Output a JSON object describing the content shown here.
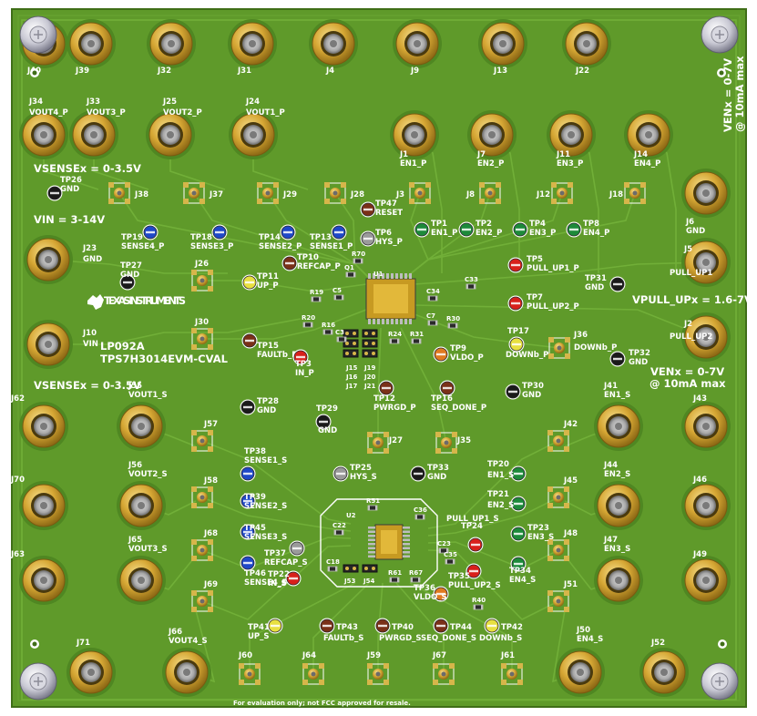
{
  "colors": {
    "board": "#5f9a2a",
    "board_dark": "#4f8722",
    "trace": "#6fae33",
    "gold": "#c89a2a",
    "gold_light": "#f0d37a",
    "silk": "#ffffff"
  },
  "board": {
    "title": "LP092A",
    "subtitle": "TPS7H3014EVM-CVAL",
    "logo": "TEXAS INSTRUMENTS",
    "footer": "For evaluation only; not FCC approved for resale."
  },
  "notes": {
    "vsense_top": "VSENSEx = 0-3.5V",
    "vin": "VIN = 3-14V",
    "vsense_bottom": "VSENSEx = 0-3.5V",
    "vpull": "VPULL_UPx = 1.6-7V",
    "ven_bottom_1": "VENx = 0-7V",
    "ven_bottom_2": "@ 10mA max",
    "ven_side_1": "VENx = 0-7V",
    "ven_side_2": "@ 10mA max"
  },
  "bananas": [
    {
      "id": "J40",
      "name": "jack-j40",
      "label": ""
    },
    {
      "id": "J39",
      "name": "jack-j39",
      "label": ""
    },
    {
      "id": "J32",
      "name": "jack-j32",
      "label": ""
    },
    {
      "id": "J31",
      "name": "jack-j31",
      "label": ""
    },
    {
      "id": "J4",
      "name": "jack-j4",
      "label": ""
    },
    {
      "id": "J9",
      "name": "jack-j9",
      "label": ""
    },
    {
      "id": "J13",
      "name": "jack-j13",
      "label": ""
    },
    {
      "id": "J22",
      "name": "jack-j22",
      "label": ""
    },
    {
      "id": "J34",
      "name": "jack-j34",
      "label": "VOUT4_P"
    },
    {
      "id": "J33",
      "name": "jack-j33",
      "label": "VOUT3_P"
    },
    {
      "id": "J25",
      "name": "jack-j25",
      "label": "VOUT2_P"
    },
    {
      "id": "J24",
      "name": "jack-j24",
      "label": "VOUT1_P"
    },
    {
      "id": "J1",
      "name": "jack-j1",
      "label": "EN1_P"
    },
    {
      "id": "J7",
      "name": "jack-j7",
      "label": "EN2_P"
    },
    {
      "id": "J11",
      "name": "jack-j11",
      "label": "EN3_P"
    },
    {
      "id": "J14",
      "name": "jack-j14",
      "label": "EN4_P"
    },
    {
      "id": "J6",
      "name": "jack-j6",
      "label": "GND"
    },
    {
      "id": "J23",
      "name": "jack-j23",
      "label": "GND"
    },
    {
      "id": "J5",
      "name": "jack-j5",
      "label": "PULL_UP1"
    },
    {
      "id": "J10",
      "name": "jack-j10",
      "label": "VIN"
    },
    {
      "id": "J2",
      "name": "jack-j2",
      "label": "PULL_UP2"
    },
    {
      "id": "J62",
      "name": "jack-j62",
      "label": ""
    },
    {
      "id": "J55",
      "name": "jack-j55",
      "label": "VOUT1_S"
    },
    {
      "id": "J41",
      "name": "jack-j41",
      "label": "EN1_S"
    },
    {
      "id": "J43",
      "name": "jack-j43",
      "label": ""
    },
    {
      "id": "J70",
      "name": "jack-j70",
      "label": ""
    },
    {
      "id": "J56",
      "name": "jack-j56",
      "label": "VOUT2_S"
    },
    {
      "id": "J44",
      "name": "jack-j44",
      "label": "EN2_S"
    },
    {
      "id": "J46",
      "name": "jack-j46",
      "label": ""
    },
    {
      "id": "J63",
      "name": "jack-j63",
      "label": ""
    },
    {
      "id": "J65",
      "name": "jack-j65",
      "label": "VOUT3_S"
    },
    {
      "id": "J47",
      "name": "jack-j47",
      "label": "EN3_S"
    },
    {
      "id": "J49",
      "name": "jack-j49",
      "label": ""
    },
    {
      "id": "J71",
      "name": "jack-j71",
      "label": ""
    },
    {
      "id": "J66",
      "name": "jack-j66",
      "label": "VOUT4_S"
    },
    {
      "id": "J50",
      "name": "jack-j50",
      "label": "EN4_S"
    },
    {
      "id": "J52",
      "name": "jack-j52",
      "label": ""
    }
  ],
  "smas": [
    {
      "id": "J38"
    },
    {
      "id": "J37"
    },
    {
      "id": "J29"
    },
    {
      "id": "J28"
    },
    {
      "id": "J3"
    },
    {
      "id": "J8"
    },
    {
      "id": "J12"
    },
    {
      "id": "J18"
    },
    {
      "id": "J26"
    },
    {
      "id": "J30"
    },
    {
      "id": "J36",
      "label": "DOWNb_P"
    },
    {
      "id": "J27"
    },
    {
      "id": "J35"
    },
    {
      "id": "J57"
    },
    {
      "id": "J58"
    },
    {
      "id": "J68"
    },
    {
      "id": "J69"
    },
    {
      "id": "J42"
    },
    {
      "id": "J45"
    },
    {
      "id": "J48"
    },
    {
      "id": "J51"
    },
    {
      "id": "J60"
    },
    {
      "id": "J64"
    },
    {
      "id": "J59"
    },
    {
      "id": "J67"
    },
    {
      "id": "J61"
    }
  ],
  "testpoints": [
    {
      "id": "TP26",
      "label": "GND"
    },
    {
      "id": "TP27",
      "label": "GND"
    },
    {
      "id": "TP19",
      "label": "SENSE4_P"
    },
    {
      "id": "TP18",
      "label": "SENSE3_P"
    },
    {
      "id": "TP14",
      "label": "SENSE2_P"
    },
    {
      "id": "TP13",
      "label": "SENSE1_P"
    },
    {
      "id": "TP47",
      "label": "RESET"
    },
    {
      "id": "TP6",
      "label": "HYS_P"
    },
    {
      "id": "TP10",
      "label": "REFCAP_P"
    },
    {
      "id": "TP11",
      "label": "UP_P"
    },
    {
      "id": "TP15",
      "label": "FAULTb_P"
    },
    {
      "id": "TP3",
      "label": "IN_P"
    },
    {
      "id": "TP1",
      "label": "EN1_P"
    },
    {
      "id": "TP2",
      "label": "EN2_P"
    },
    {
      "id": "TP4",
      "label": "EN3_P"
    },
    {
      "id": "TP8",
      "label": "EN4_P"
    },
    {
      "id": "TP5",
      "label": "PULL_UP1_P"
    },
    {
      "id": "TP31",
      "label": "GND"
    },
    {
      "id": "TP7",
      "label": "PULL_UP2_P"
    },
    {
      "id": "TP17",
      "label": "DOWNb_P"
    },
    {
      "id": "TP32",
      "label": "GND"
    },
    {
      "id": "TP9",
      "label": "VLDO_P"
    },
    {
      "id": "TP12",
      "label": "PWRGD_P"
    },
    {
      "id": "TP16",
      "label": "SEQ_DONE_P"
    },
    {
      "id": "TP30",
      "label": "GND"
    },
    {
      "id": "TP28",
      "label": "GND"
    },
    {
      "id": "TP29",
      "label": "GND"
    },
    {
      "id": "TP38",
      "label": "SENSE1_S"
    },
    {
      "id": "TP39",
      "label": "SENSE2_S"
    },
    {
      "id": "TP45",
      "label": "SENSE3_S"
    },
    {
      "id": "TP46",
      "label": "SENSE4_S"
    },
    {
      "id": "TP37",
      "label": "REFCAP_S"
    },
    {
      "id": "TP22",
      "label": "IN_S"
    },
    {
      "id": "TP25",
      "label": "HYS_S"
    },
    {
      "id": "TP33",
      "label": "GND"
    },
    {
      "id": "TP20",
      "label": "EN1_S"
    },
    {
      "id": "TP21",
      "label": "EN2_S"
    },
    {
      "id": "TP23",
      "label": "EN3_S"
    },
    {
      "id": "TP34",
      "label": "EN4_S"
    },
    {
      "id": "TP24",
      "label": "PULL_UP1_S"
    },
    {
      "id": "TP35",
      "label": "PULL_UP2_S"
    },
    {
      "id": "TP36",
      "label": "VLDO_S"
    },
    {
      "id": "TP41",
      "label": "UP_S"
    },
    {
      "id": "TP43",
      "label": "FAULTb_S"
    },
    {
      "id": "TP40",
      "label": "PWRGD_S"
    },
    {
      "id": "TP44",
      "label": "SEQ_DONE_S"
    },
    {
      "id": "TP42",
      "label": "DOWNb_S"
    }
  ],
  "components": [
    {
      "id": "R70"
    },
    {
      "id": "Q1"
    },
    {
      "id": "C5"
    },
    {
      "id": "R19"
    },
    {
      "id": "R20"
    },
    {
      "id": "R16"
    },
    {
      "id": "C3"
    },
    {
      "id": "U1"
    },
    {
      "id": "C34"
    },
    {
      "id": "C33"
    },
    {
      "id": "C7"
    },
    {
      "id": "R30"
    },
    {
      "id": "R24"
    },
    {
      "id": "R31"
    },
    {
      "id": "J15"
    },
    {
      "id": "J19"
    },
    {
      "id": "J16"
    },
    {
      "id": "J20"
    },
    {
      "id": "J17"
    },
    {
      "id": "J21"
    },
    {
      "id": "R51"
    },
    {
      "id": "U2"
    },
    {
      "id": "C36"
    },
    {
      "id": "C22"
    },
    {
      "id": "C18"
    },
    {
      "id": "C23"
    },
    {
      "id": "C35"
    },
    {
      "id": "R61"
    },
    {
      "id": "R67"
    },
    {
      "id": "J53"
    },
    {
      "id": "J54"
    },
    {
      "id": "R40"
    }
  ]
}
